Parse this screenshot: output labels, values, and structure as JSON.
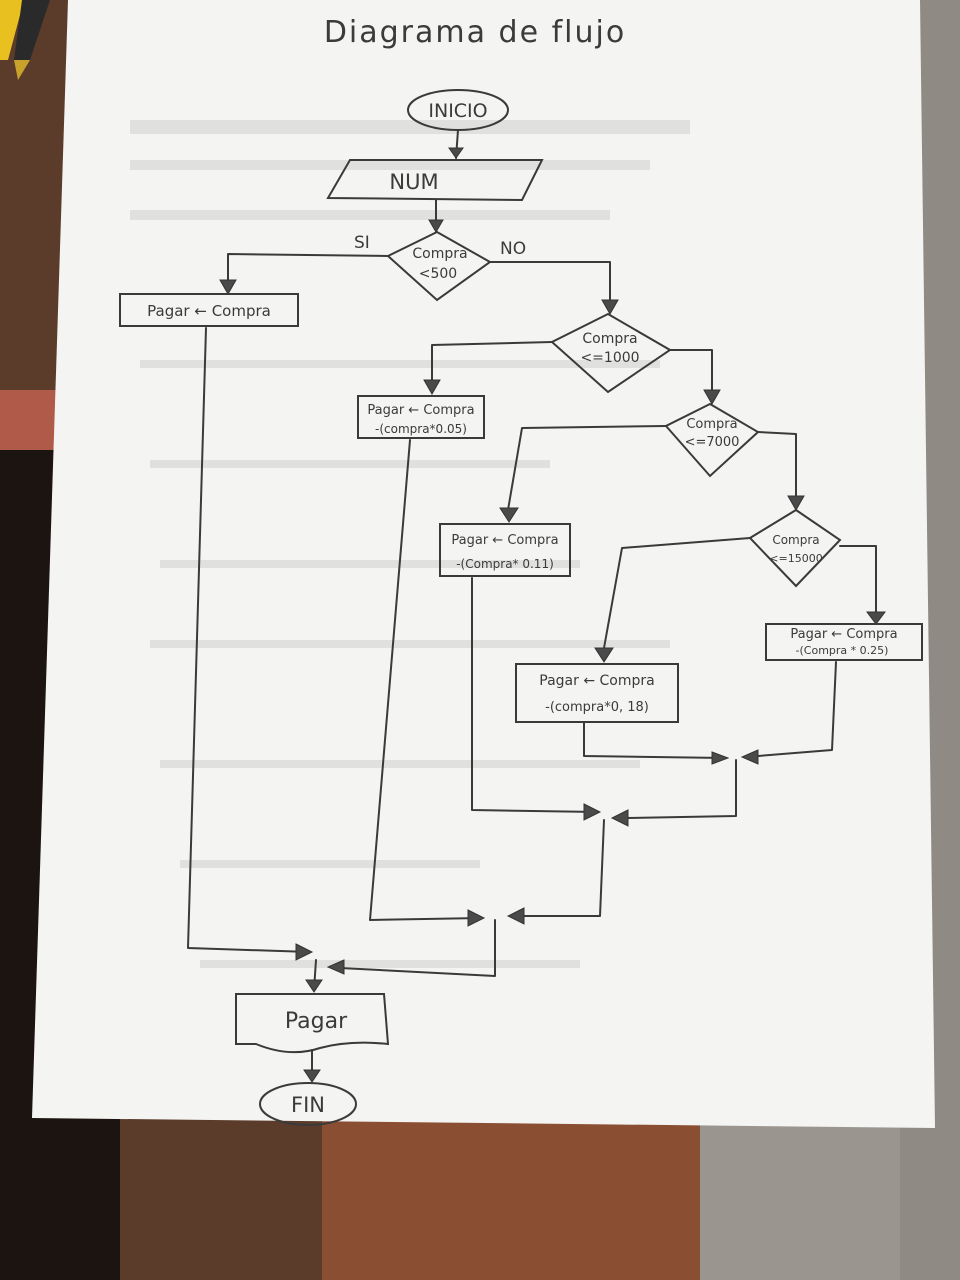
{
  "title": "Diagrama de flujo",
  "nodes": {
    "start": "INICIO",
    "input": "NUM",
    "decision1": {
      "line1": "Compra",
      "line2": "<500"
    },
    "label_yes": "SI",
    "label_no": "NO",
    "process1": "Pagar ← Compra",
    "decision2": {
      "line1": "Compra",
      "line2": "<=1000"
    },
    "process2": {
      "line1": "Pagar ← Compra",
      "line2": "-(compra*0.05)"
    },
    "decision3": {
      "line1": "Compra",
      "line2": "<=7000"
    },
    "process3": {
      "line1": "Pagar ← Compra",
      "line2": "-(Compra* 0.11)"
    },
    "decision4": {
      "line1": "Compra",
      "line2": "<=15000"
    },
    "process4": {
      "line1": "Pagar ← Compra",
      "line2": "-(compra*0, 18)"
    },
    "process5": {
      "line1": "Pagar ← Compra",
      "line2": "-(Compra * 0.25)"
    },
    "output": "Pagar",
    "end": "FIN"
  },
  "colors": {
    "paper": "#f4f4f2",
    "pencil": "#3a3a3a",
    "desk": "#5a3b2a",
    "desk_edge": "#a8634a",
    "floor": "#9a968f",
    "pen_yellow": "#e8c020"
  }
}
